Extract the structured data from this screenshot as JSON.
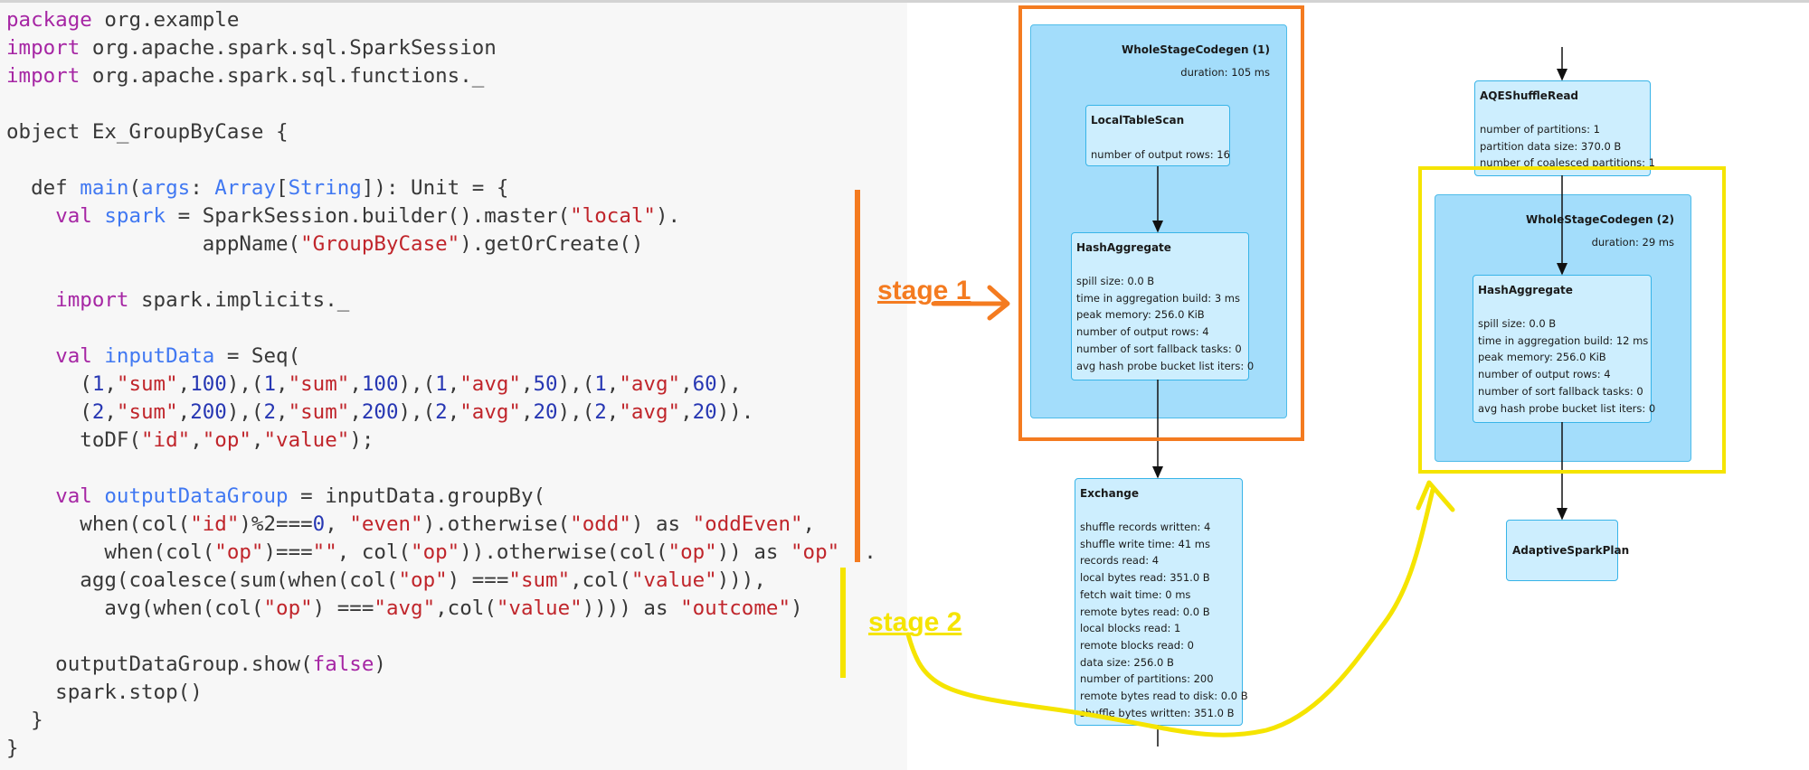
{
  "code": {
    "lines": [
      [
        {
          "c": "kw",
          "t": "package"
        },
        {
          "c": "",
          "t": " org.example"
        }
      ],
      [
        {
          "c": "kw",
          "t": "import"
        },
        {
          "c": "",
          "t": " org.apache.spark.sql.SparkSession"
        }
      ],
      [
        {
          "c": "kw",
          "t": "import"
        },
        {
          "c": "",
          "t": " org.apache.spark.sql.functions._"
        }
      ],
      [],
      [
        {
          "c": "",
          "t": "object Ex_GroupByCase {"
        }
      ],
      [],
      [
        {
          "c": "",
          "t": "  def "
        },
        {
          "c": "fn",
          "t": "main"
        },
        {
          "c": "",
          "t": "("
        },
        {
          "c": "fn",
          "t": "args"
        },
        {
          "c": "",
          "t": ": "
        },
        {
          "c": "fn",
          "t": "Array"
        },
        {
          "c": "",
          "t": "["
        },
        {
          "c": "fn",
          "t": "String"
        },
        {
          "c": "",
          "t": "]): Unit = {"
        }
      ],
      [
        {
          "c": "",
          "t": "    "
        },
        {
          "c": "kw",
          "t": "val"
        },
        {
          "c": "",
          "t": " "
        },
        {
          "c": "fn",
          "t": "spark"
        },
        {
          "c": "",
          "t": " = SparkSession.builder().master("
        },
        {
          "c": "str",
          "t": "\"local\""
        },
        {
          "c": "",
          "t": ")."
        }
      ],
      [
        {
          "c": "",
          "t": "                appName("
        },
        {
          "c": "str",
          "t": "\"GroupByCase\""
        },
        {
          "c": "",
          "t": ").getOrCreate()"
        }
      ],
      [],
      [
        {
          "c": "",
          "t": "    "
        },
        {
          "c": "kw",
          "t": "import"
        },
        {
          "c": "",
          "t": " spark.implicits._"
        }
      ],
      [],
      [
        {
          "c": "",
          "t": "    "
        },
        {
          "c": "kw",
          "t": "val"
        },
        {
          "c": "",
          "t": " "
        },
        {
          "c": "fn",
          "t": "inputData"
        },
        {
          "c": "",
          "t": " = Seq("
        }
      ],
      [
        {
          "c": "",
          "t": "      ("
        },
        {
          "c": "num",
          "t": "1"
        },
        {
          "c": "",
          "t": ","
        },
        {
          "c": "str",
          "t": "\"sum\""
        },
        {
          "c": "",
          "t": ","
        },
        {
          "c": "num",
          "t": "100"
        },
        {
          "c": "",
          "t": "),("
        },
        {
          "c": "num",
          "t": "1"
        },
        {
          "c": "",
          "t": ","
        },
        {
          "c": "str",
          "t": "\"sum\""
        },
        {
          "c": "",
          "t": ","
        },
        {
          "c": "num",
          "t": "100"
        },
        {
          "c": "",
          "t": "),("
        },
        {
          "c": "num",
          "t": "1"
        },
        {
          "c": "",
          "t": ","
        },
        {
          "c": "str",
          "t": "\"avg\""
        },
        {
          "c": "",
          "t": ","
        },
        {
          "c": "num",
          "t": "50"
        },
        {
          "c": "",
          "t": "),("
        },
        {
          "c": "num",
          "t": "1"
        },
        {
          "c": "",
          "t": ","
        },
        {
          "c": "str",
          "t": "\"avg\""
        },
        {
          "c": "",
          "t": ","
        },
        {
          "c": "num",
          "t": "60"
        },
        {
          "c": "",
          "t": "),"
        }
      ],
      [
        {
          "c": "",
          "t": "      ("
        },
        {
          "c": "num",
          "t": "2"
        },
        {
          "c": "",
          "t": ","
        },
        {
          "c": "str",
          "t": "\"sum\""
        },
        {
          "c": "",
          "t": ","
        },
        {
          "c": "num",
          "t": "200"
        },
        {
          "c": "",
          "t": "),("
        },
        {
          "c": "num",
          "t": "2"
        },
        {
          "c": "",
          "t": ","
        },
        {
          "c": "str",
          "t": "\"sum\""
        },
        {
          "c": "",
          "t": ","
        },
        {
          "c": "num",
          "t": "200"
        },
        {
          "c": "",
          "t": "),("
        },
        {
          "c": "num",
          "t": "2"
        },
        {
          "c": "",
          "t": ","
        },
        {
          "c": "str",
          "t": "\"avg\""
        },
        {
          "c": "",
          "t": ","
        },
        {
          "c": "num",
          "t": "20"
        },
        {
          "c": "",
          "t": "),("
        },
        {
          "c": "num",
          "t": "2"
        },
        {
          "c": "",
          "t": ","
        },
        {
          "c": "str",
          "t": "\"avg\""
        },
        {
          "c": "",
          "t": ","
        },
        {
          "c": "num",
          "t": "20"
        },
        {
          "c": "",
          "t": "))."
        }
      ],
      [
        {
          "c": "",
          "t": "      toDF("
        },
        {
          "c": "str",
          "t": "\"id\""
        },
        {
          "c": "",
          "t": ","
        },
        {
          "c": "str",
          "t": "\"op\""
        },
        {
          "c": "",
          "t": ","
        },
        {
          "c": "str",
          "t": "\"value\""
        },
        {
          "c": "",
          "t": ");"
        }
      ],
      [],
      [
        {
          "c": "",
          "t": "    "
        },
        {
          "c": "kw",
          "t": "val"
        },
        {
          "c": "",
          "t": " "
        },
        {
          "c": "fn",
          "t": "outputDataGroup"
        },
        {
          "c": "",
          "t": " = inputData.groupBy("
        }
      ],
      [
        {
          "c": "",
          "t": "      when(col("
        },
        {
          "c": "str",
          "t": "\"id\""
        },
        {
          "c": "",
          "t": ")%2==="
        },
        {
          "c": "num",
          "t": "0"
        },
        {
          "c": "",
          "t": ", "
        },
        {
          "c": "str",
          "t": "\"even\""
        },
        {
          "c": "",
          "t": ").otherwise("
        },
        {
          "c": "str",
          "t": "\"odd\""
        },
        {
          "c": "",
          "t": ") as "
        },
        {
          "c": "str",
          "t": "\"oddEven\""
        },
        {
          "c": "",
          "t": ","
        }
      ],
      [
        {
          "c": "",
          "t": "        when(col("
        },
        {
          "c": "str",
          "t": "\"op\""
        },
        {
          "c": "",
          "t": ")==="
        },
        {
          "c": "str",
          "t": "\"\""
        },
        {
          "c": "",
          "t": ", col("
        },
        {
          "c": "str",
          "t": "\"op\""
        },
        {
          "c": "",
          "t": ")).otherwise(col("
        },
        {
          "c": "str",
          "t": "\"op\""
        },
        {
          "c": "",
          "t": ")) as "
        },
        {
          "c": "str",
          "t": "\"op\""
        },
        {
          "c": "",
          "t": " )."
        }
      ],
      [
        {
          "c": "",
          "t": "      agg(coalesce(sum(when(col("
        },
        {
          "c": "str",
          "t": "\"op\""
        },
        {
          "c": "",
          "t": ") ==="
        },
        {
          "c": "str",
          "t": "\"sum\""
        },
        {
          "c": "",
          "t": ",col("
        },
        {
          "c": "str",
          "t": "\"value\""
        },
        {
          "c": "",
          "t": "))),"
        }
      ],
      [
        {
          "c": "",
          "t": "        avg(when(col("
        },
        {
          "c": "str",
          "t": "\"op\""
        },
        {
          "c": "",
          "t": ") ==="
        },
        {
          "c": "str",
          "t": "\"avg\""
        },
        {
          "c": "",
          "t": ",col("
        },
        {
          "c": "str",
          "t": "\"value\""
        },
        {
          "c": "",
          "t": ")))) as "
        },
        {
          "c": "str",
          "t": "\"outcome\""
        },
        {
          "c": "",
          "t": ")"
        }
      ],
      [],
      [
        {
          "c": "",
          "t": "    outputDataGroup.show("
        },
        {
          "c": "kw",
          "t": "false"
        },
        {
          "c": "",
          "t": ")"
        }
      ],
      [
        {
          "c": "",
          "t": "    spark.stop()"
        }
      ],
      [
        {
          "c": "",
          "t": "  }"
        }
      ],
      [
        {
          "c": "",
          "t": "}"
        }
      ]
    ]
  },
  "plan": {
    "wsc1": {
      "title": "WholeStageCodegen (1)",
      "duration": "duration: 105 ms"
    },
    "local_table_scan": {
      "title": "LocalTableScan",
      "metrics": [
        "number of output rows: 16"
      ]
    },
    "hash_agg_1": {
      "title": "HashAggregate",
      "metrics": [
        "spill size: 0.0 B",
        "time in aggregation build: 3 ms",
        "peak memory: 256.0 KiB",
        "number of output rows: 4",
        "number of sort fallback tasks: 0",
        "avg hash probe bucket list iters: 0"
      ]
    },
    "exchange": {
      "title": "Exchange",
      "metrics": [
        "shuffle records written: 4",
        "shuffle write time: 41 ms",
        "records read: 4",
        "local bytes read: 351.0 B",
        "fetch wait time: 0 ms",
        "remote bytes read: 0.0 B",
        "local blocks read: 1",
        "remote blocks read: 0",
        "data size: 256.0 B",
        "number of partitions: 200",
        "remote bytes read to disk: 0.0 B",
        "shuffle bytes written: 351.0 B"
      ]
    },
    "aqe_shuffle_read": {
      "title": "AQEShuffleRead",
      "metrics": [
        "number of partitions: 1",
        "partition data size: 370.0 B",
        "number of coalesced partitions: 1"
      ]
    },
    "wsc2": {
      "title": "WholeStageCodegen (2)",
      "duration": "duration: 29 ms"
    },
    "hash_agg_2": {
      "title": "HashAggregate",
      "metrics": [
        "spill size: 0.0 B",
        "time in aggregation build: 12 ms",
        "peak memory: 256.0 KiB",
        "number of output rows: 4",
        "number of sort fallback tasks: 0",
        "avg hash probe bucket list iters: 0"
      ]
    },
    "adaptive_plan": {
      "title": "AdaptiveSparkPlan"
    }
  },
  "annotations": {
    "stage1": "stage 1",
    "stage2": "stage 2",
    "stage1_color": "#f47b20",
    "stage2_color": "#f5e400"
  }
}
